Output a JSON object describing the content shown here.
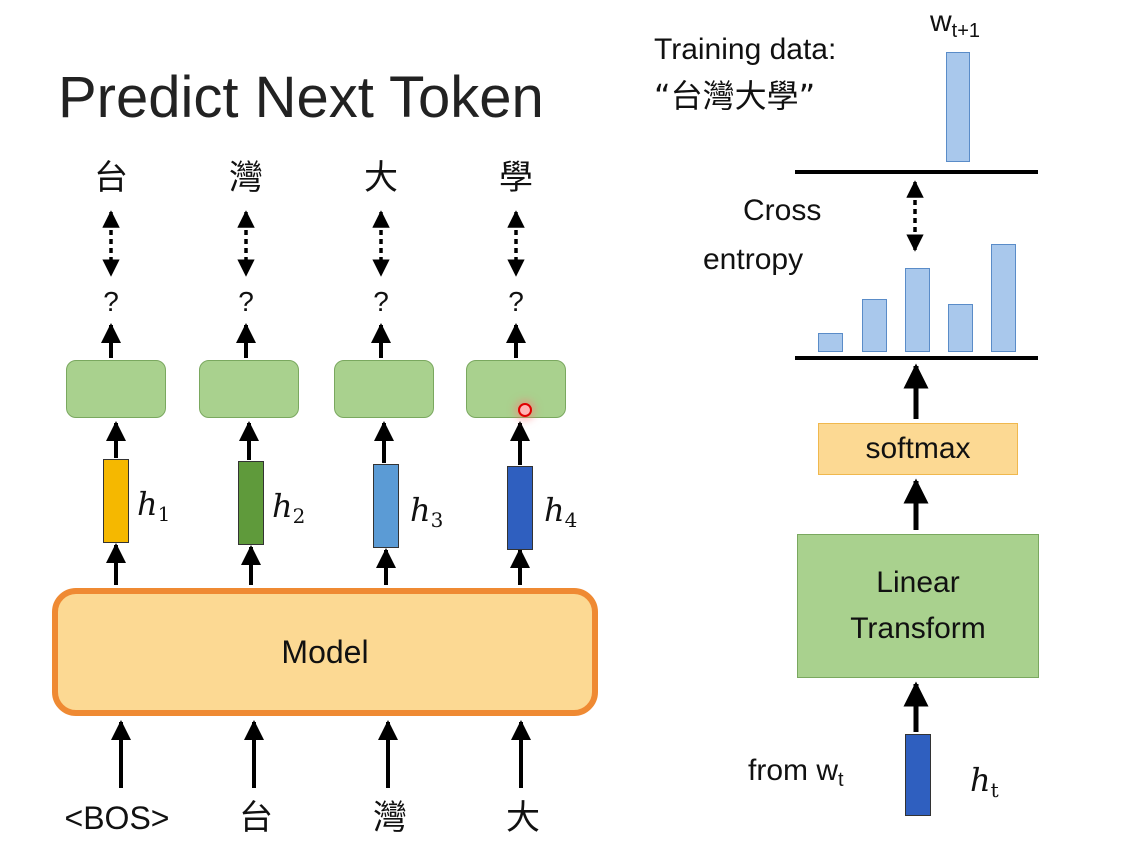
{
  "slide": {
    "title": "Predict Next Token",
    "outputs": [
      "台",
      "灣",
      "大",
      "學"
    ],
    "unknown_marker": "?",
    "hidden_states": [
      {
        "label": "h",
        "subscript": "1",
        "color": "#f5b800"
      },
      {
        "label": "h",
        "subscript": "2",
        "color": "#5f9a3b"
      },
      {
        "label": "h",
        "subscript": "3",
        "color": "#5b9bd5"
      },
      {
        "label": "h",
        "subscript": "4",
        "color": "#2f5fbf"
      }
    ],
    "model_label": "Model",
    "inputs": [
      "<BOS>",
      "台",
      "灣",
      "大"
    ]
  },
  "side_panel": {
    "training_data_label": "Training data:",
    "training_data_value": "“台灣大學”",
    "target_label": "w",
    "target_subscript": "t+1",
    "loss_label_line1": "Cross",
    "loss_label_line2": "entropy",
    "softmax_label": "softmax",
    "linear_line1": "Linear",
    "linear_line2": "Transform",
    "from_label": "from w",
    "from_subscript": "t",
    "ht_label": "h",
    "ht_subscript": "t",
    "ht_color": "#2f5fbf",
    "distribution_levels": [
      0.18,
      0.49,
      0.78,
      0.44,
      1.0
    ],
    "target_levels": [
      0,
      0,
      0,
      1,
      0
    ]
  }
}
